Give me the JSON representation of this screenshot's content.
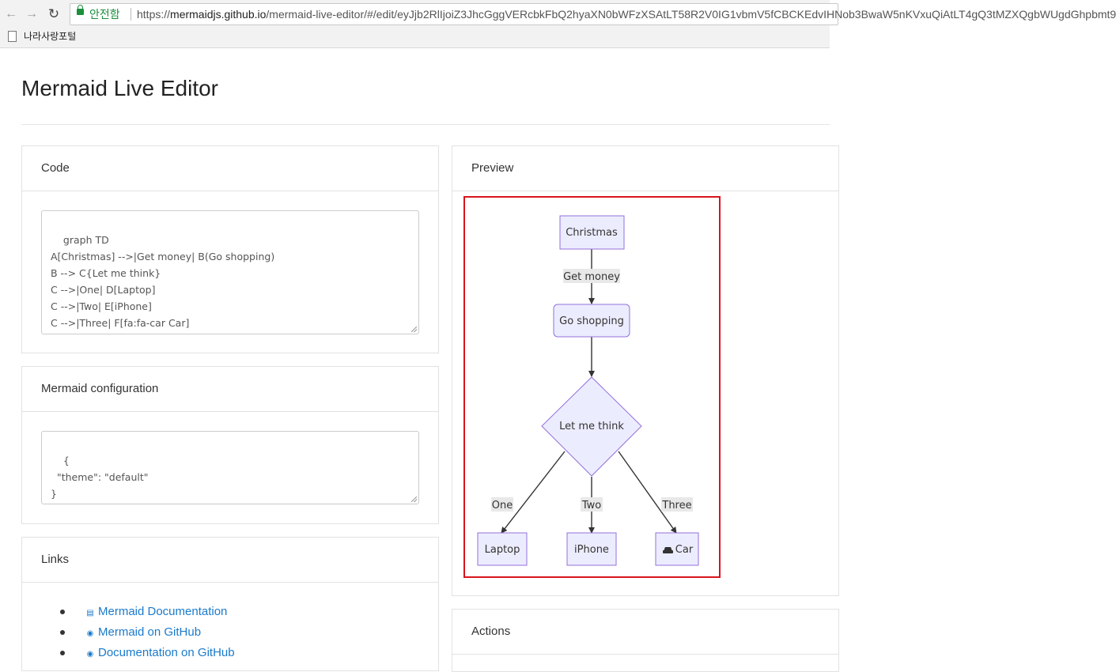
{
  "browser": {
    "secure_label": "안전함",
    "url_scheme": "https://",
    "url_host": "mermaidjs.github.io",
    "url_path": "/mermaid-live-editor/#/edit/eyJjb2RlIjoiZ3JhcGggVERcbkFbQ2hyaXN0bWFzXSAtLT58R2V0IG1vbmV5fCBCKEdvIHNob3BwaW5nKVxuQiAtLT4gQ3tMZXQgbWUgdGhpbmt9",
    "bookmark": "나라사랑포털"
  },
  "page": {
    "title": "Mermaid Live Editor"
  },
  "code_card": {
    "title": "Code",
    "code": "graph TD\nA[Christmas] -->|Get money| B(Go shopping)\nB --> C{Let me think}\nC -->|One| D[Laptop]\nC -->|Two| E[iPhone]\nC -->|Three| F[fa:fa-car Car]"
  },
  "config_card": {
    "title": "Mermaid configuration",
    "config": "{\n  \"theme\": \"default\"\n}"
  },
  "links_card": {
    "title": "Links",
    "items": [
      {
        "label": "Mermaid Documentation",
        "icon": "book-icon"
      },
      {
        "label": "Mermaid on GitHub",
        "icon": "github-icon"
      },
      {
        "label": "Documentation on GitHub",
        "icon": "github-icon"
      }
    ]
  },
  "preview_card": {
    "title": "Preview"
  },
  "actions_card": {
    "title": "Actions"
  },
  "diagram": {
    "nodes": {
      "christmas": "Christmas",
      "go_shopping": "Go shopping",
      "let_me_think": "Let me think",
      "laptop": "Laptop",
      "iphone": "iPhone",
      "car": "Car"
    },
    "edges": {
      "get_money": "Get money",
      "one": "One",
      "two": "Two",
      "three": "Three"
    },
    "colors": {
      "node_fill": "#ECECFF",
      "node_stroke": "#9370DB",
      "edge": "#333333",
      "edge_label_bg": "#E8E8E8",
      "highlight_box": "#D9141E"
    }
  }
}
